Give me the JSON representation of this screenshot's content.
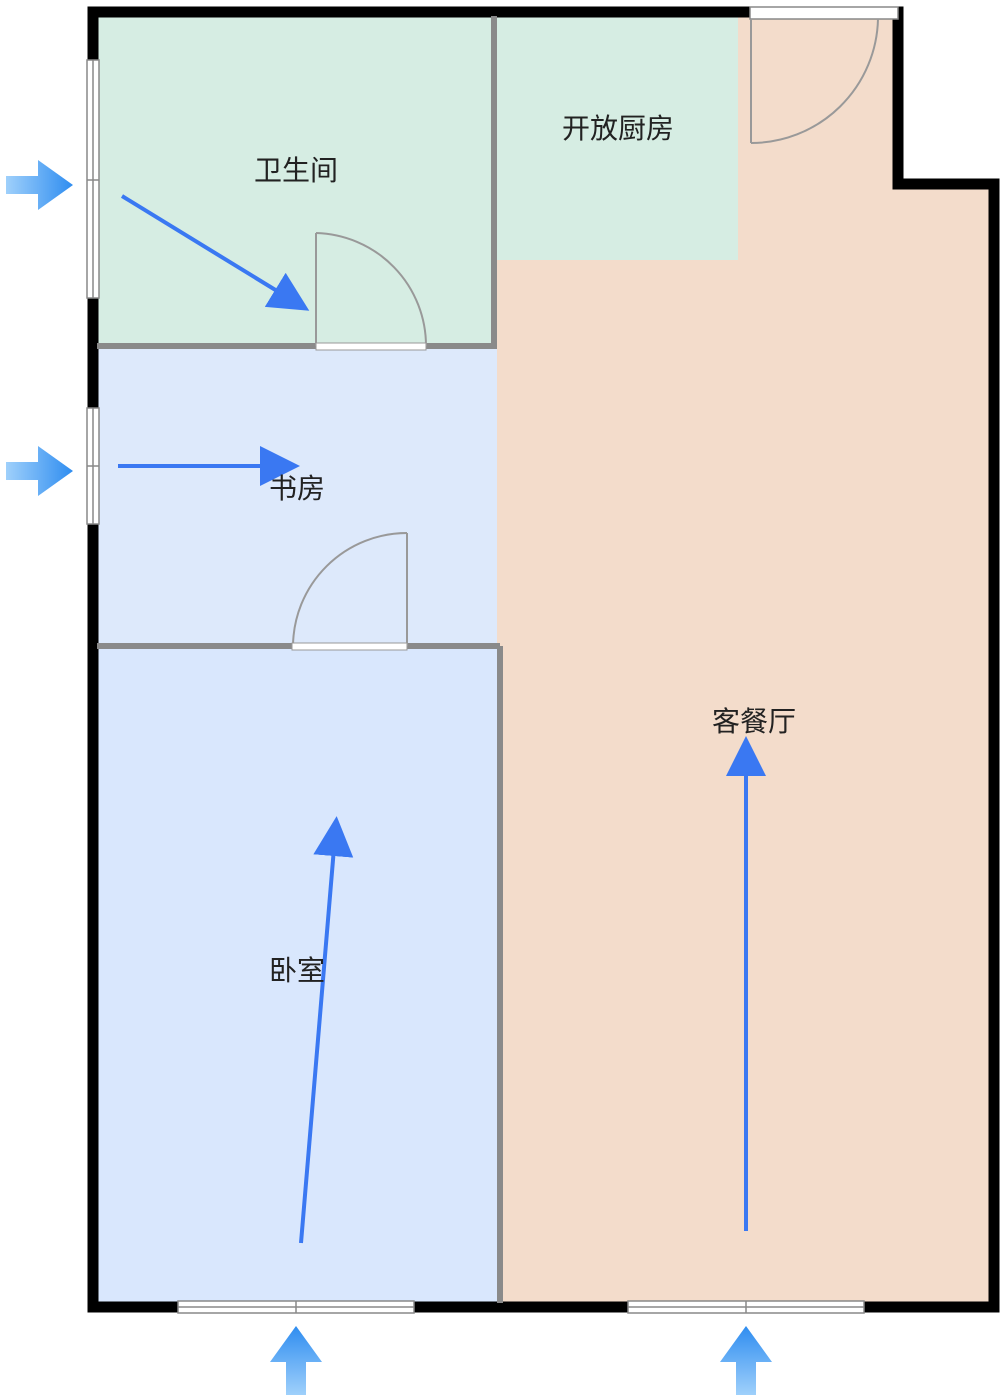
{
  "rooms": {
    "bathroom": {
      "label": "卫生间",
      "fill": "#d6ede3"
    },
    "kitchen": {
      "label": "开放厨房",
      "fill": "#d6ede3"
    },
    "study": {
      "label": "书房",
      "fill": "#dde9fb"
    },
    "bedroom": {
      "label": "卧室",
      "fill": "#d9e7fd"
    },
    "living_dining": {
      "label": "客餐厅",
      "fill": "#f3dccb"
    }
  },
  "colors": {
    "wall": "#000000",
    "inner_wall": "#888888",
    "flow_arrow": "#3a78f2",
    "entry_arrow": "#4aa3f5"
  },
  "icons": {
    "entry_arrow": "arrow-icon",
    "flow_arrow": "arrow-icon",
    "door": "door-swing-icon",
    "window": "window-icon"
  }
}
